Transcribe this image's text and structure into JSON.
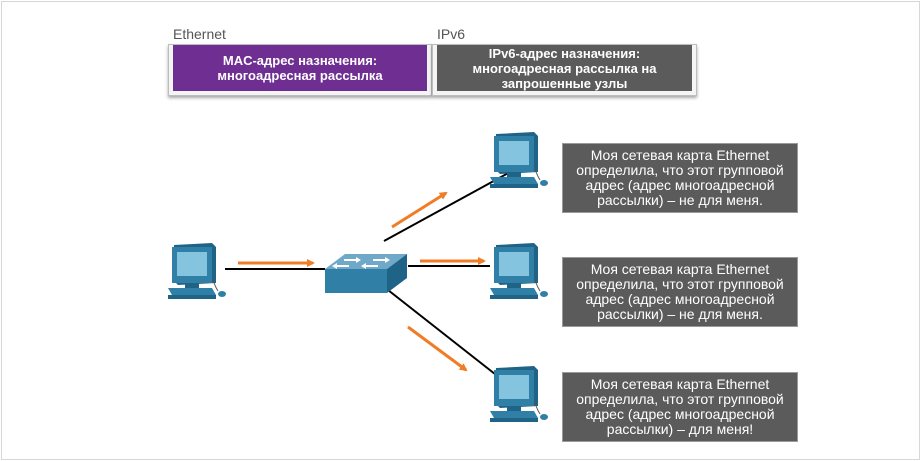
{
  "header": {
    "ethernet_label": "Ethernet",
    "ipv6_label": "IPv6",
    "mac_box": {
      "line1": "MAC-адрес назначения:",
      "line2": "многоадресная рассылка",
      "color": "#6f2e92"
    },
    "ipv6_box": {
      "line1": "IPv6-адрес назначения:",
      "line2": "многоадресная рассылка на",
      "line3": "запрошенные узлы",
      "color": "#5b5b5b"
    }
  },
  "notes": [
    {
      "line1": "Моя сетевая карта Ethernet",
      "line2": "определила, что этот групповой",
      "line3": "адрес (адрес многоадресной",
      "line4": "рассылки) – не для меня."
    },
    {
      "line1": "Моя сетевая карта Ethernet",
      "line2": "определила, что этот групповой",
      "line3": "адрес (адрес многоадресной",
      "line4": "рассылки) – не для меня."
    },
    {
      "line1": "Моя сетевая карта Ethernet",
      "line2": "определила, что этот групповой",
      "line3": "адрес (адрес многоадресной",
      "line4": "рассылки) – для меня!"
    }
  ],
  "colors": {
    "arrow": "#f07d26",
    "device": "#2f7fa6",
    "link": "#000000"
  }
}
